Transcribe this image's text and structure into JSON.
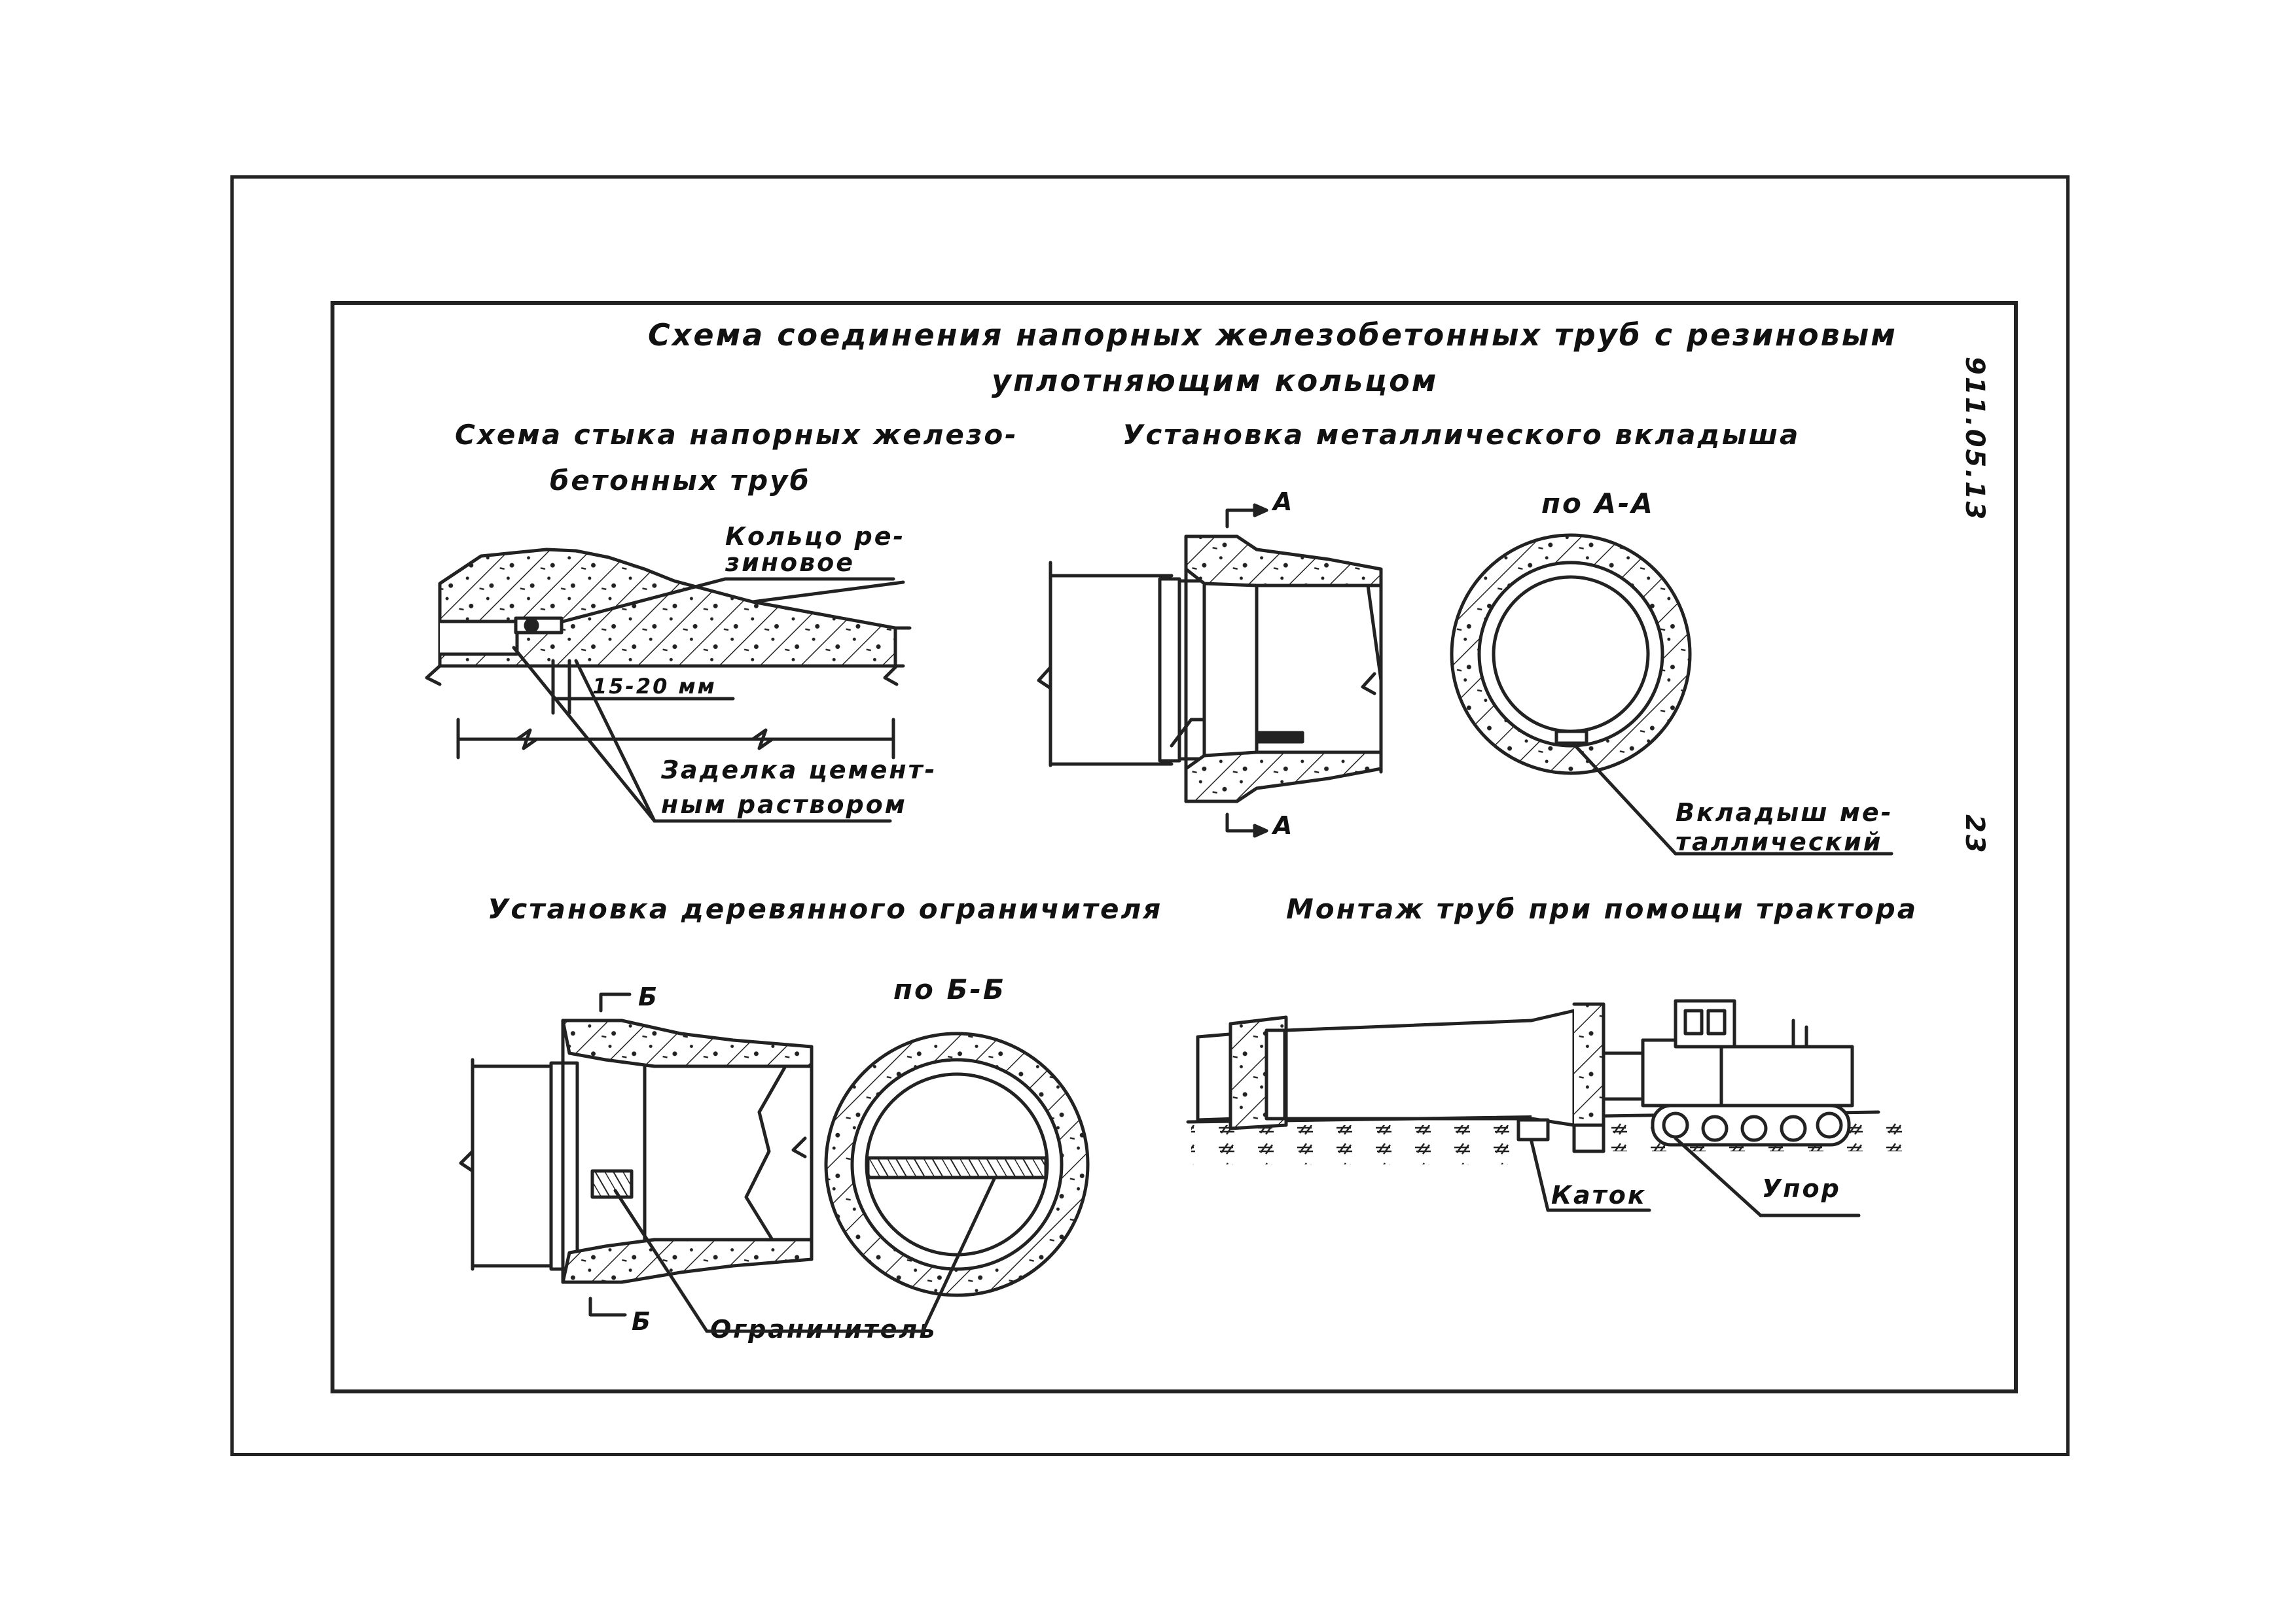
{
  "title": {
    "line1": "Схема соединения напорных железобетонных труб с резиновым",
    "line2": "уплотняющим кольцом"
  },
  "side": {
    "doc_code": "911.05.13",
    "page_number": "23"
  },
  "panel_joint": {
    "heading_line1": "Схема стыка напорных железо-",
    "heading_line2": "бетонных труб",
    "label_ring_line1": "Кольцо ре-",
    "label_ring_line2": "зиновое",
    "dimension": "15-20 мм",
    "label_seal_line1": "Заделка цемент-",
    "label_seal_line2": "ным раствором"
  },
  "panel_metal": {
    "heading": "Установка металлического вкладыша",
    "section_mark_top": "А",
    "section_mark_bottom": "А",
    "section_view_title": "по А-А",
    "label_insert_line1": "Вкладыш ме-",
    "label_insert_line2": "таллический"
  },
  "panel_wood": {
    "heading": "Установка деревянного ограничителя",
    "section_mark_top": "Б",
    "section_mark_bottom": "Б",
    "section_view_title": "по Б-Б",
    "label_limiter": "Ограничитель"
  },
  "panel_tractor": {
    "heading": "Монтаж труб при помощи трактора",
    "label_roller": "Каток",
    "label_stop": "Упор"
  }
}
